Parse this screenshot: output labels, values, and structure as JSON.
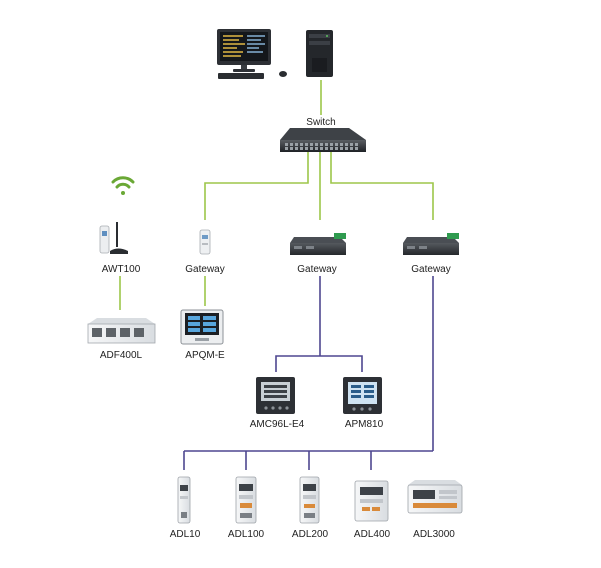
{
  "colors": {
    "green_link": "#9dc64a",
    "purple_bus": "#4e4790",
    "wifi": "#6aa835",
    "device_dark": "#3a3d42",
    "device_light": "#e9ecef"
  },
  "labels": {
    "switch": "Switch",
    "awt100": "AWT100",
    "gateway_1": "Gateway",
    "gateway_2": "Gateway",
    "gateway_3": "Gateway",
    "adf400l": "ADF400L",
    "apqm_e": "APQM-E",
    "amc96l_e4": "AMC96L-E4",
    "apm810": "APM810",
    "adl10": "ADL10",
    "adl100": "ADL100",
    "adl200": "ADL200",
    "adl400": "ADL400",
    "adl3000": "ADL3000"
  },
  "icons": {
    "workstation": "desktop-computer-icon",
    "server": "tower-server-icon",
    "switch": "network-switch-icon",
    "wireless": "wifi-signal-icon",
    "gateway": "gateway-device-icon",
    "meter": "energy-meter-icon"
  }
}
